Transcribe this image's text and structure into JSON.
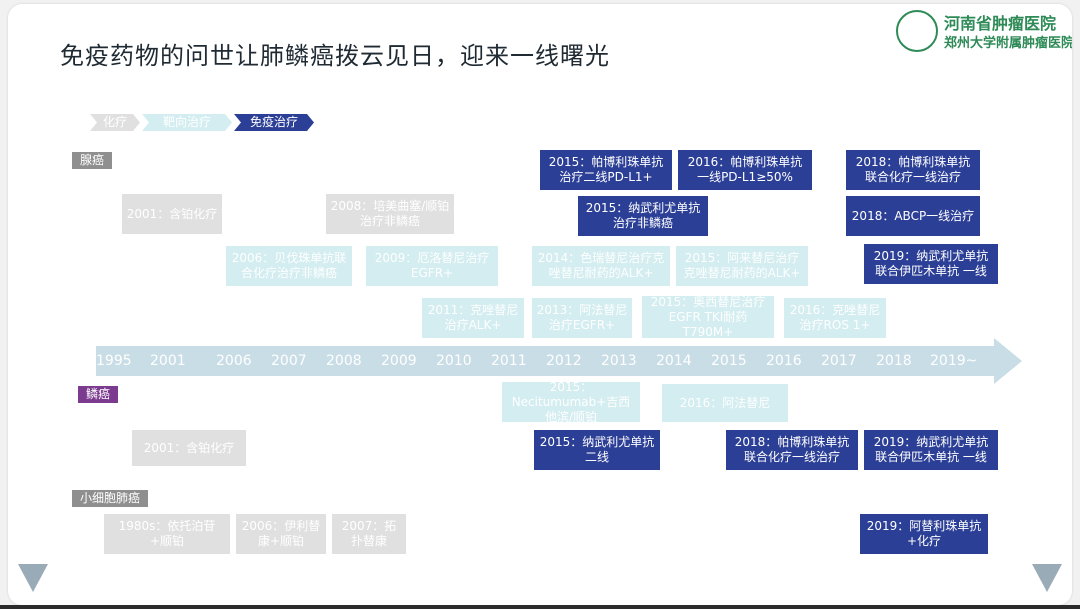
{
  "title": "免疫药物的问世让肺鳞癌拨云见日，迎来一线曙光",
  "logo": {
    "line1": "河南省肿瘤医院",
    "line2": "郑州大学附属肿瘤医院"
  },
  "legend": [
    "化疗",
    "靶向治疗",
    "免疫治疗"
  ],
  "categories": {
    "adeno": "腺癌",
    "squamous": "鳞癌",
    "sclc": "小细胞肺癌"
  },
  "years": [
    "1995",
    "2001",
    "2006",
    "2007",
    "2008",
    "2009",
    "2010",
    "2011",
    "2012",
    "2013",
    "2014",
    "2015",
    "2016",
    "2017",
    "2018",
    "2019~"
  ],
  "adeno": {
    "chemo": [
      "2001：含铂化疗",
      "2008：培美曲塞/顺铂治疗非鳞癌"
    ],
    "target": [
      "2006：贝伐珠单抗联合化疗治疗非鳞癌",
      "2009：厄洛替尼治疗EGFR+",
      "2011：克唑替尼治疗ALK+",
      "2013：阿法替尼治疗EGFR+",
      "2014：色瑞替尼治疗克唑替尼耐药的ALK+",
      "2015：阿来替尼治疗克唑替尼耐药的ALK+",
      "2015：奥西替尼治疗EGFR TKI耐药T790M+",
      "2016：克唑替尼治疗ROS 1+"
    ],
    "immuno": [
      "2015：帕博利珠单抗治疗二线PD-L1+",
      "2016：帕博利珠单抗一线PD-L1≥50%",
      "2018：帕博利珠单抗联合化疗一线治疗",
      "2015：纳武利尤单抗治疗非鳞癌",
      "2018：ABCP一线治疗",
      "2019：纳武利尤单抗联合伊匹木单抗 一线"
    ]
  },
  "squamous": {
    "chemo": [
      "2001：含铂化疗"
    ],
    "target": [
      "2015：Necitumumab+吉西他滨/顺铂",
      "2016：阿法替尼"
    ],
    "immuno": [
      "2015：纳武利尤单抗二线",
      "2018：帕博利珠单抗联合化疗一线治疗",
      "2019：纳武利尤单抗联合伊匹木单抗 一线"
    ]
  },
  "sclc": {
    "chemo": [
      "1980s：依托泊苷+顺铂",
      "2006：伊利替康+顺铂",
      "2007：拓扑替康"
    ],
    "immuno": [
      "2019：阿替利珠单抗+化疗"
    ]
  },
  "colors": {
    "chemo": "#e0e0e0",
    "target": "#d3edf0",
    "immuno": "#2c3f96",
    "timeline": "#c9dde6",
    "squamous_tag": "#7b3c8f",
    "tag_gray": "#8f8f8f"
  }
}
